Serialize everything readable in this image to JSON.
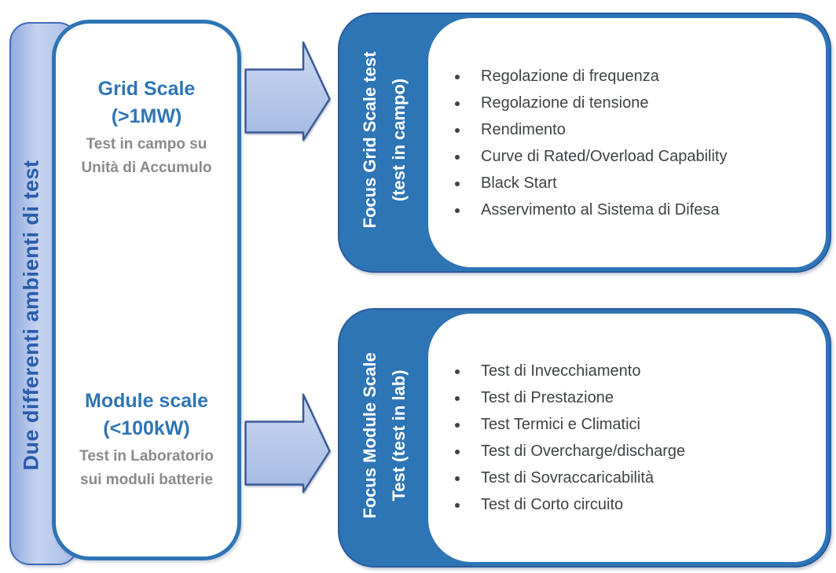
{
  "sidebar": {
    "label": "Due differenti ambienti di test"
  },
  "scale_panel": {
    "grid": {
      "title_line1": "Grid Scale",
      "title_line2": "(>1MW)",
      "subtitle_line1": "Test in campo su",
      "subtitle_line2": "Unità di Accumulo"
    },
    "module": {
      "title_line1": "Module scale",
      "title_line2": "(<100kW)",
      "subtitle_line1": "Test in Laboratorio",
      "subtitle_line2": "sui moduli batterie"
    }
  },
  "focus_grid": {
    "band_line1": "Focus Grid Scale test",
    "band_line2": "(test in campo)",
    "items": [
      "Regolazione di frequenza",
      "Regolazione di tensione",
      "Rendimento",
      "Curve di Rated/Overload Capability",
      "Black Start",
      "Asservimento al Sistema di Difesa"
    ]
  },
  "focus_module": {
    "band_line1": "Focus Module Scale",
    "band_line2": "Test (test in lab)",
    "items": [
      "Test di Invecchiamento",
      "Test di Prestazione",
      "Test Termici e Climatici",
      "Test di Overcharge/discharge",
      "Test di Sovraccaricabilità",
      "Test di Corto circuito"
    ]
  },
  "colors": {
    "primary_blue": "#2e75b6",
    "sidebar_border": "#3e6cb8",
    "sidebar_text": "#2b5cab",
    "gray_text": "#8a8a8a",
    "bullet_text": "#3f4245",
    "arrow_fill_light": "#ccd9f1",
    "arrow_fill_dark": "#a4b9e3",
    "arrow_border": "#3b5a9a"
  }
}
